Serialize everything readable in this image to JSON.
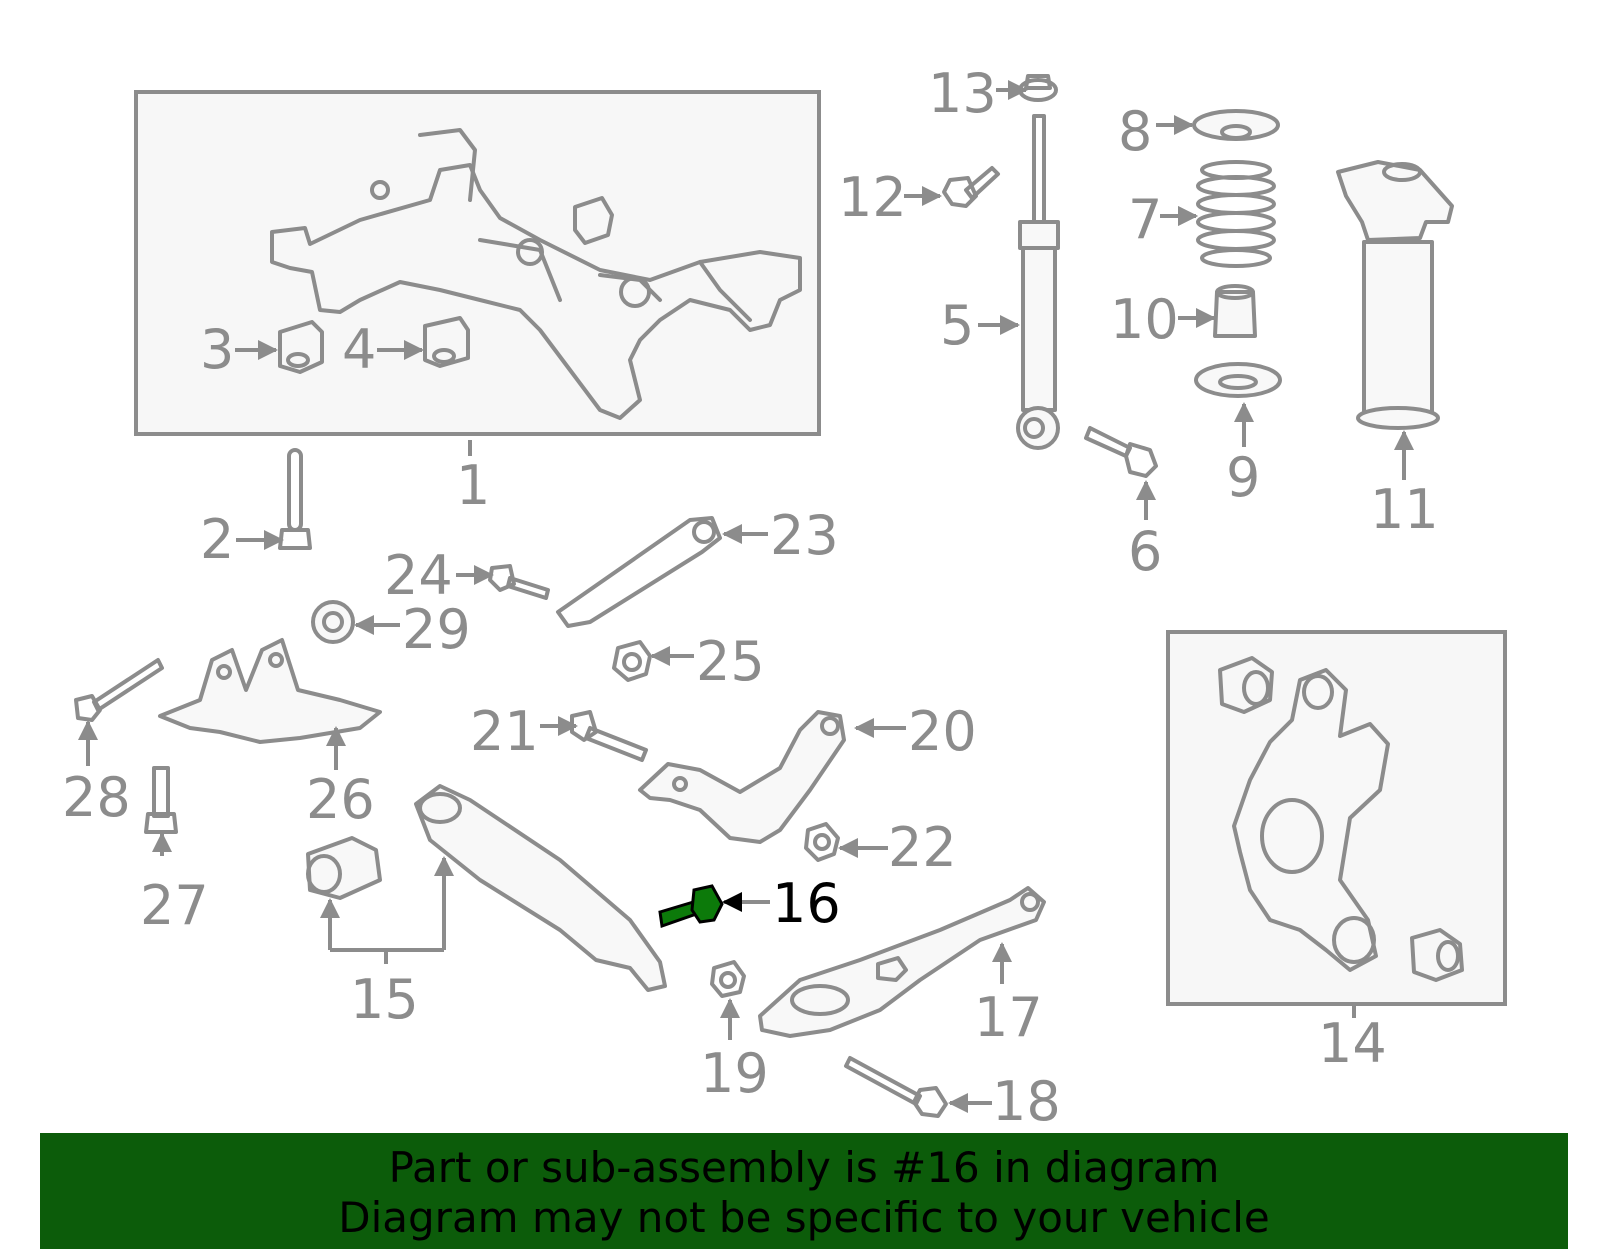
{
  "diagram": {
    "highlight_color": "#0c5c0a",
    "part_color": "#8c8c8c",
    "labels": {
      "n1": "1",
      "n2": "2",
      "n3": "3",
      "n4": "4",
      "n5": "5",
      "n6": "6",
      "n7": "7",
      "n8": "8",
      "n9": "9",
      "n10": "10",
      "n11": "11",
      "n12": "12",
      "n13": "13",
      "n14": "14",
      "n15": "15",
      "n16": "16",
      "n17": "17",
      "n18": "18",
      "n19": "19",
      "n20": "20",
      "n21": "21",
      "n22": "22",
      "n23": "23",
      "n24": "24",
      "n25": "25",
      "n26": "26",
      "n27": "27",
      "n28": "28",
      "n29": "29"
    }
  },
  "banner": {
    "line1": "Part or sub-assembly is #16 in diagram",
    "line2": "Diagram may not be specific to your vehicle",
    "background": "#0c5c0a"
  }
}
